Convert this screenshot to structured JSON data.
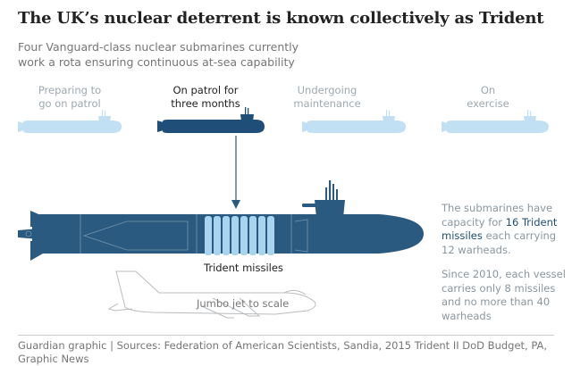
{
  "title": "The UK’s nuclear deterrent is known collectively as Trident",
  "subtitle": "Four Vanguard-class nuclear submarines currently\nwork a rota ensuring continuous at-sea capability",
  "statuses": [
    {
      "label": "Preparing to\ngo on patrol",
      "active": false
    },
    {
      "label": "On patrol for\nthree months",
      "active": true
    },
    {
      "label": "Undergoing\nmaintenance",
      "active": false
    },
    {
      "label": "On\nexercise",
      "active": false
    }
  ],
  "labels": {
    "missiles": "Trident missiles",
    "jet": "Jumbo jet to scale"
  },
  "notes": {
    "capacity_pre": "The submarines have capacity for ",
    "capacity_bold": "16 Trident missiles",
    "capacity_post": " each carrying 12 warheads.",
    "since2010": "Since 2010, each vessel carries only 8 missiles and no more than 40 warheads"
  },
  "footer": "Guardian graphic | Sources: Federation of American Scientists, Sandia, 2015 Trident II DoD Budget, PA, Graphic News",
  "colors": {
    "sub_dark": "#2a5a80",
    "sub_light": "#c2e0f4",
    "missile": "#a8d4f0",
    "text_blue": "#1d4e74"
  }
}
